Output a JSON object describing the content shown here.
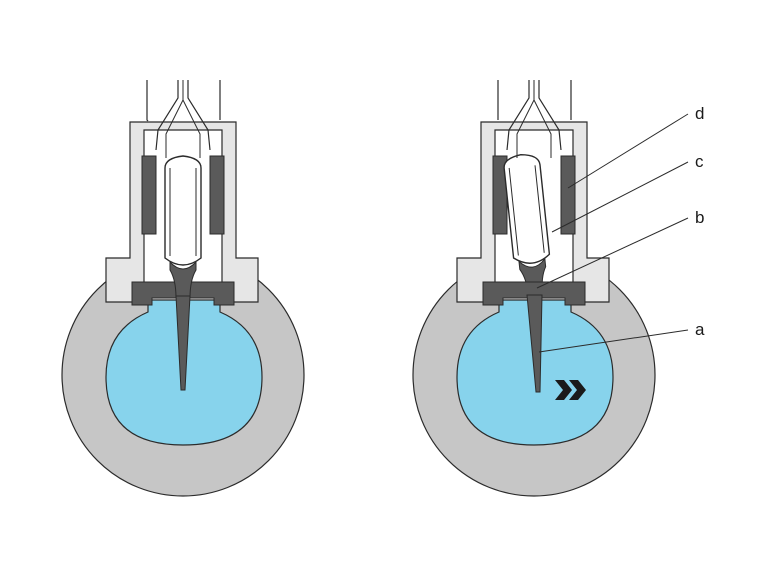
{
  "colors": {
    "housing": "#c6c6c6",
    "housing_light": "#e6e6e6",
    "fluid": "#87d3ec",
    "dark_metal": "#5a5a5a",
    "outline": "#2b2b2b",
    "white": "#ffffff"
  },
  "labels": {
    "a": "a",
    "b": "b",
    "c": "c",
    "d": "d"
  },
  "icons": {
    "flow_direction": "double-chevron-right-icon"
  }
}
